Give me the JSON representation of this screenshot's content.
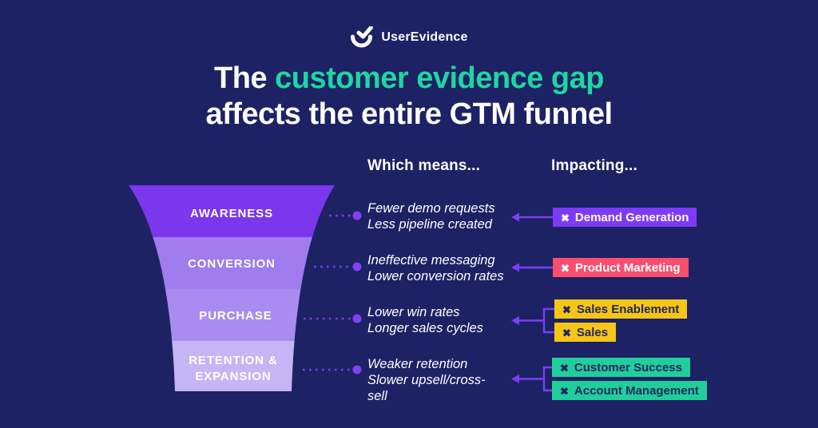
{
  "logo": {
    "brand": "UserEvidence"
  },
  "title": {
    "prefix": "The ",
    "highlight": "customer evidence gap",
    "line2": "affects the entire GTM funnel"
  },
  "headers": {
    "means": "Which means...",
    "impacting": "Impacting..."
  },
  "funnel": {
    "stages": [
      {
        "label": "AWARENESS",
        "color": "#7B37EC"
      },
      {
        "label": "CONVERSION",
        "color": "#A07CEE"
      },
      {
        "label": "PURCHASE",
        "color": "#AA8CF0"
      },
      {
        "label": "RETENTION & EXPANSION",
        "color": "#C7B4F4"
      }
    ]
  },
  "rows": [
    {
      "stage": "AWARENESS",
      "means_line1": "Fewer demo requests",
      "means_line2": "Less pipeline created",
      "impacts": [
        {
          "label": "Demand Generation",
          "bg": "#7D3BF5",
          "text": "#FFFFFF"
        }
      ]
    },
    {
      "stage": "CONVERSION",
      "means_line1": "Ineffective messaging",
      "means_line2": "Lower conversion rates",
      "impacts": [
        {
          "label": "Product Marketing",
          "bg": "#FB4D6E",
          "text": "#FFFFFF"
        }
      ]
    },
    {
      "stage": "PURCHASE",
      "means_line1": "Lower win rates",
      "means_line2": "Longer sales cycles",
      "impacts": [
        {
          "label": "Sales Enablement",
          "bg": "#F6C518",
          "text": "#20265F"
        },
        {
          "label": "Sales",
          "bg": "#F6C518",
          "text": "#20265F"
        }
      ]
    },
    {
      "stage": "RETENTION & EXPANSION",
      "means_line1": "Weaker retention",
      "means_line2": "Slower upsell/cross-sell",
      "impacts": [
        {
          "label": "Customer Success",
          "bg": "#21CE9B",
          "text": "#20265F"
        },
        {
          "label": "Account Management",
          "bg": "#21CE9B",
          "text": "#20265F"
        }
      ]
    }
  ],
  "icons": {
    "impact_x": "✖"
  },
  "colors": {
    "background": "#1C2264",
    "title_accent": "#1FD6A2",
    "connector_purple": "#7B3FF2",
    "dot_purple": "#8440F0"
  }
}
